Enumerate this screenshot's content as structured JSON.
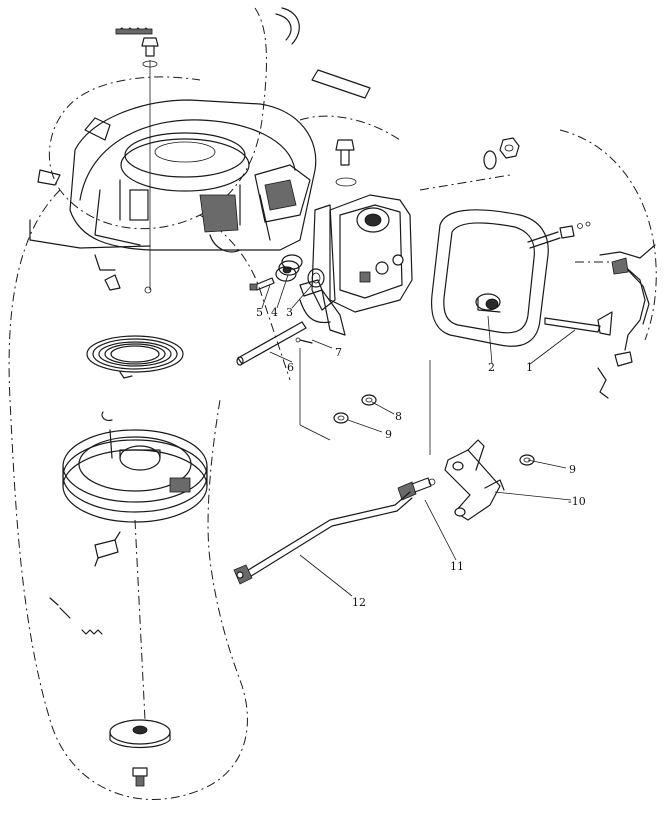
{
  "callouts": [
    {
      "id": "c1",
      "label": "1"
    },
    {
      "id": "c2",
      "label": "2"
    },
    {
      "id": "c3",
      "label": "3"
    },
    {
      "id": "c4",
      "label": "4"
    },
    {
      "id": "c5",
      "label": "5"
    },
    {
      "id": "c6",
      "label": "6"
    },
    {
      "id": "c7",
      "label": "7"
    },
    {
      "id": "c8",
      "label": "8"
    },
    {
      "id": "c9a",
      "label": "9"
    },
    {
      "id": "c9b",
      "label": "9"
    },
    {
      "id": "c10",
      "label": "-10"
    },
    {
      "id": "c11",
      "label": "11"
    },
    {
      "id": "c12",
      "label": "12"
    }
  ],
  "colors": {
    "line": "#1a1a1a",
    "background": "#ffffff",
    "shade": "#6a6a6a"
  }
}
